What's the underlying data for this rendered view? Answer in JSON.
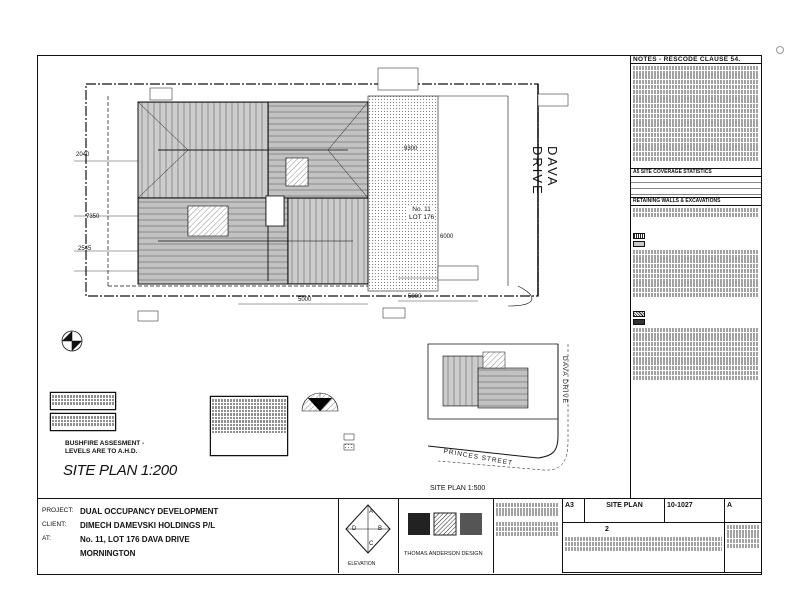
{
  "notes": {
    "title": "NOTES - RESCODE CLAUSE 54.",
    "site_coverage_heading": "A5 SITE COVERAGE STATISTICS",
    "retaining_heading": "RETAINING WALLS & EXCAVATIONS"
  },
  "drawing": {
    "street_main": "DAVA DRIVE",
    "lot_number": "No. 11",
    "lot_id": "LOT 176",
    "site_plan_title": "SITE PLAN 1:200",
    "bushfire_line1": "BUSHFIRE ASSESMENT -",
    "bushfire_line2": "LEVELS ARE TO A.H.D.",
    "site_plan_500_title": "SITE PLAN 1:500",
    "minor_street_1": "DAVA DRIVE",
    "minor_street_2": "PRINCES STREET",
    "dimensions": {
      "d1": "2040",
      "d2": "7350",
      "d3": "2545",
      "d4": "5000",
      "d5": "5000",
      "d6": "9300",
      "d7": "6000"
    }
  },
  "title_block": {
    "project_label": "PROJECT:",
    "project_value": "DUAL OCCUPANCY DEVELOPMENT",
    "client_label": "CLIENT:",
    "client_value": "DIMECH DAMEVSKI HOLDINGS P/L",
    "at_label": "AT:",
    "at_value_1": "No. 11, LOT 176 DAVA DRIVE",
    "at_value_2": "MORNINGTON",
    "logo_letters": [
      "A",
      "B",
      "C",
      "D"
    ],
    "logo_caption": "ELEVATION",
    "designer": "THOMAS ANDERSON DESIGN",
    "sheet_size": "A3",
    "drawing_name": "SITE PLAN",
    "job_no": "10-1027",
    "issue": "A",
    "sheet_no": "2"
  }
}
